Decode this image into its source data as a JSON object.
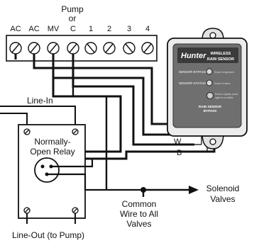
{
  "terminal_block": {
    "top_label_line1": "Pump",
    "top_label_line2": "or",
    "terminals": [
      "AC",
      "AC",
      "MV",
      "C",
      "1",
      "2",
      "3",
      "4"
    ]
  },
  "sensor": {
    "brand": "Hunter",
    "title_line1": "WIRELESS",
    "title_line2": "RAIN SENSOR",
    "bypass_label": "SENSOR BYPASS",
    "bypass_note": "Sensor is bypassed",
    "status_label": "SENSOR STATUS",
    "status_note": "Sensor is active",
    "button_note_line1": "Press to bypass, press",
    "button_note_line2": "again to re-enable",
    "panel_label_line1": "RAIN SENSOR",
    "panel_label_line2": "BYPASS"
  },
  "wires": {
    "colors": [
      "Y",
      "Y",
      "W",
      "B"
    ]
  },
  "relay": {
    "line_in": "Line-In",
    "label_line1": "Normally-",
    "label_line2": "Open Relay",
    "line_out": "Line-Out (to Pump)"
  },
  "common": {
    "line1": "Common",
    "line2": "Wire to All",
    "line3": "Valves"
  },
  "solenoid": {
    "line1": "Solenoid",
    "line2": "Valves"
  }
}
